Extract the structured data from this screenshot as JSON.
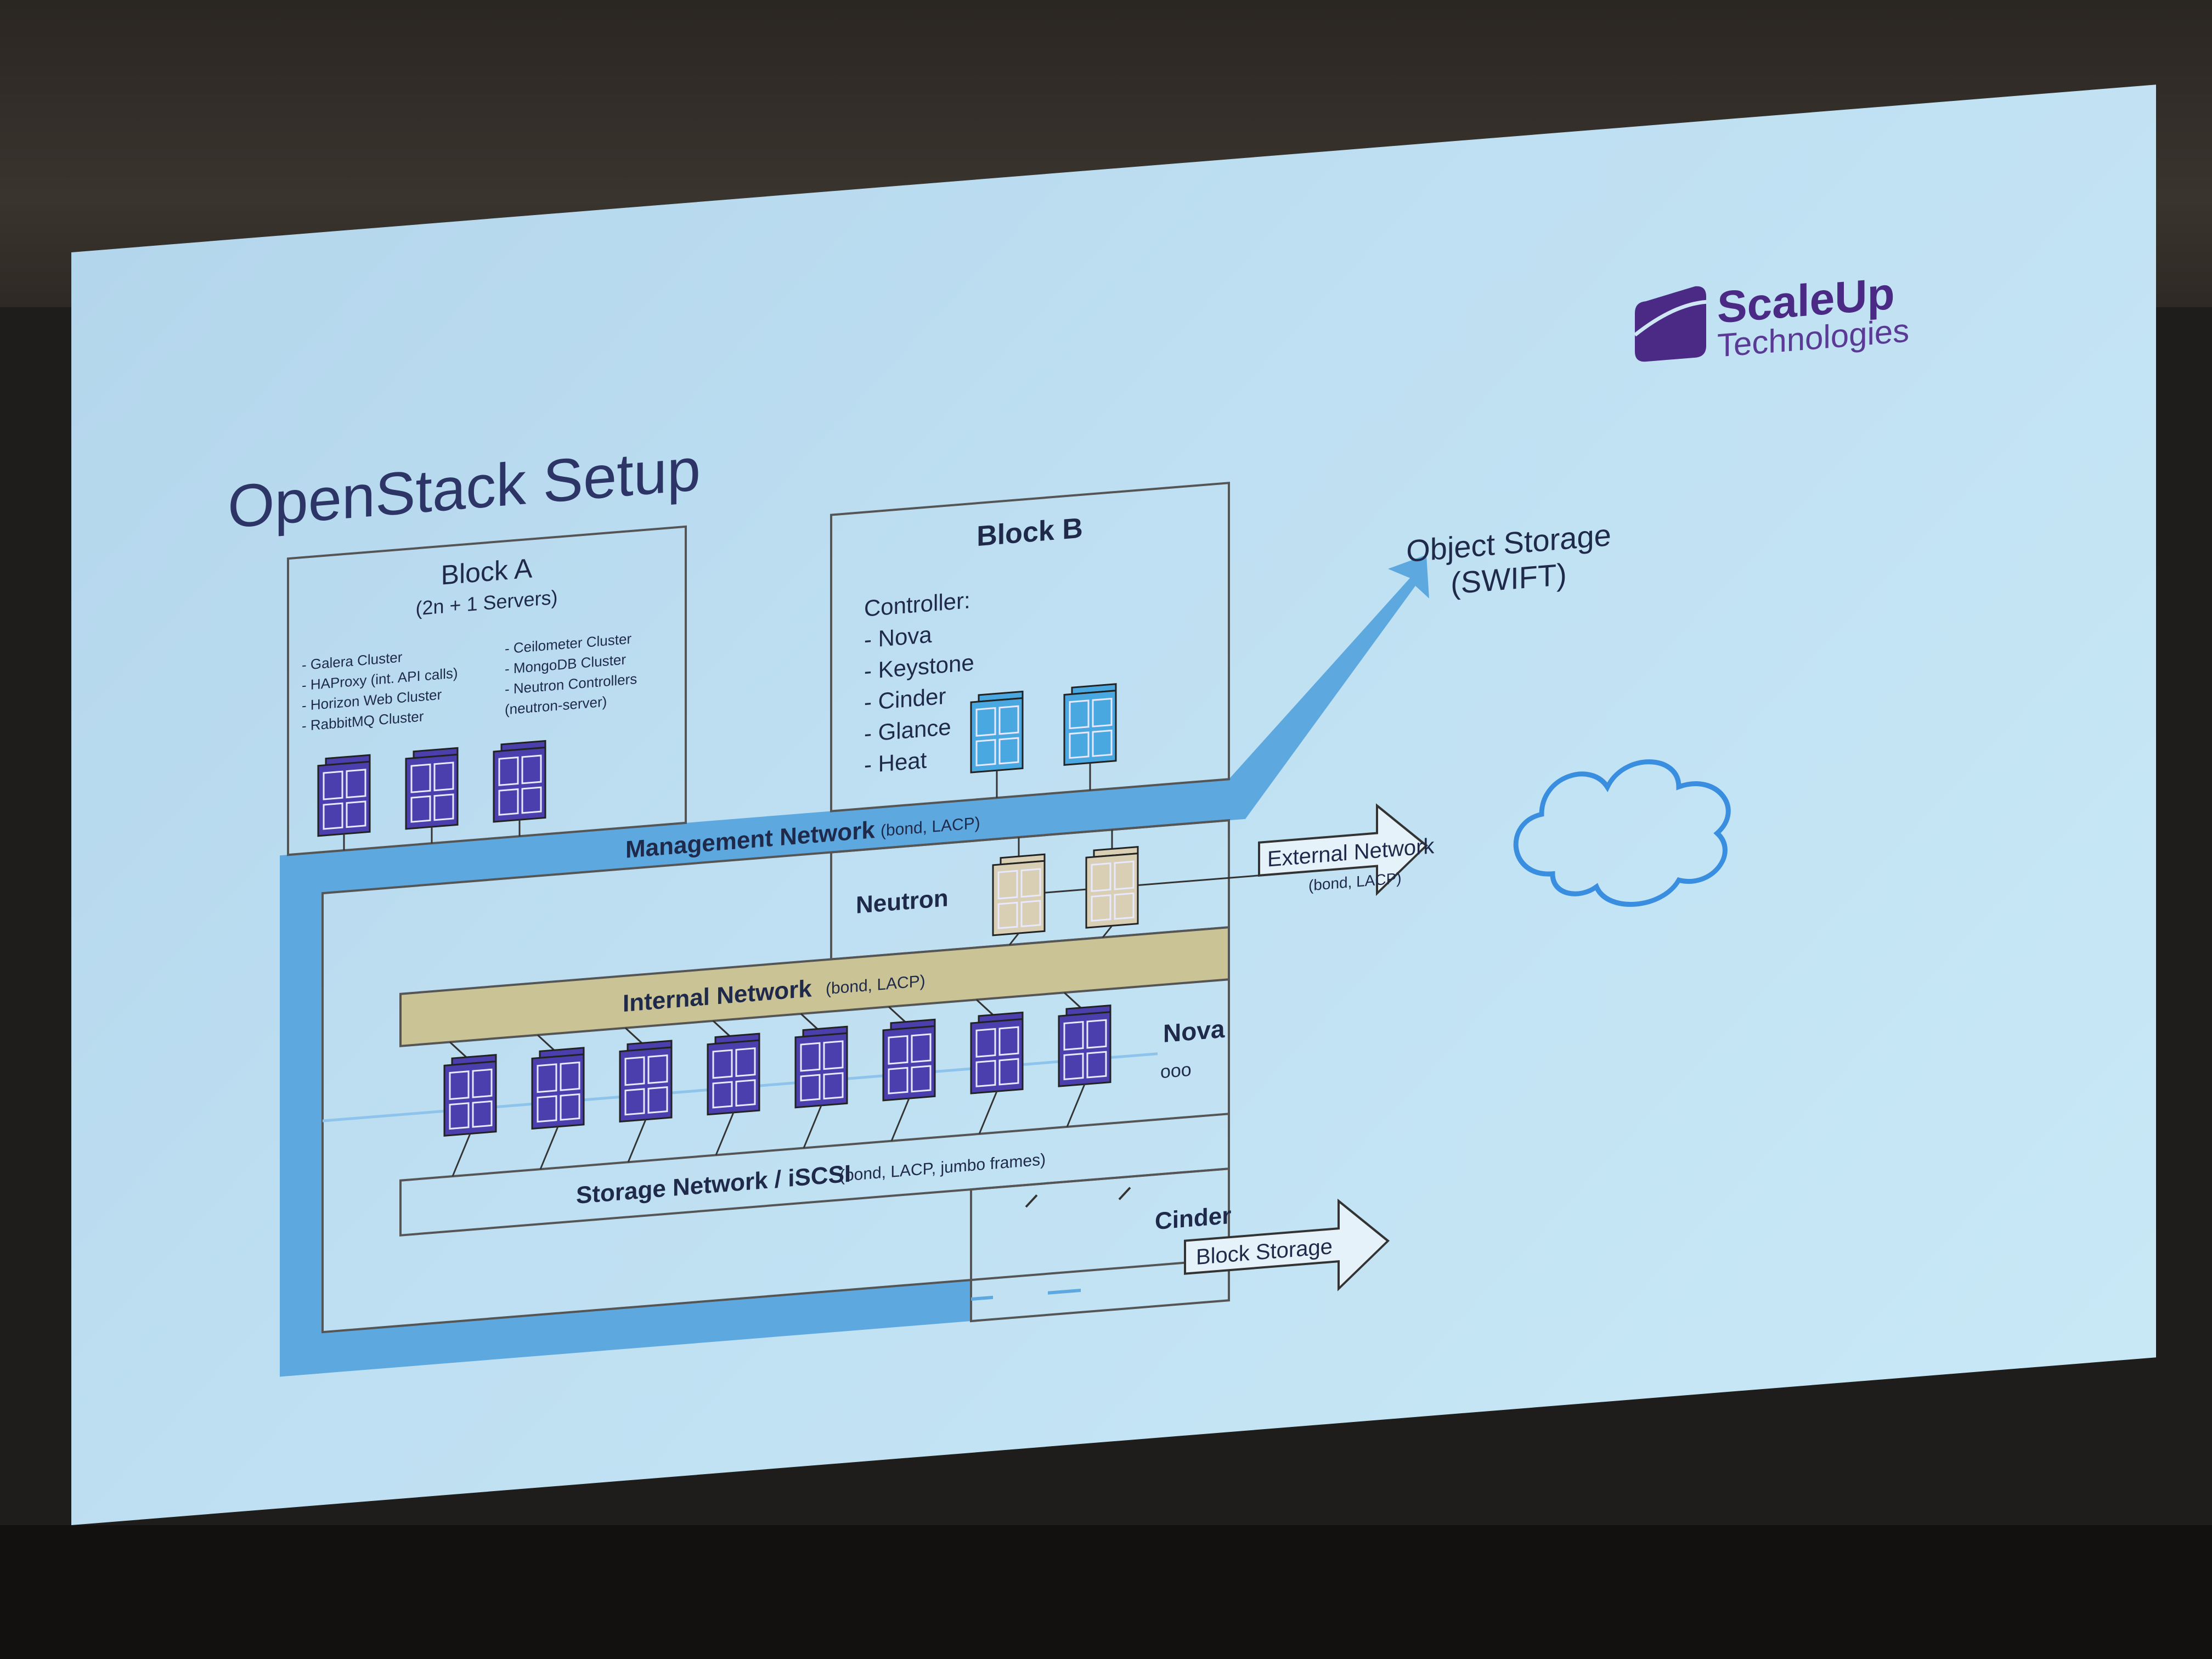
{
  "slide": {
    "title": "OpenStack Setup",
    "logo": {
      "name": "ScaleUp",
      "sub": "Technologies"
    }
  },
  "block_a": {
    "title": "Block A",
    "subtitle": "(2n + 1 Servers)",
    "list_left": [
      "- Galera Cluster",
      "- HAProxy (int. API calls)",
      "- Horizon Web Cluster",
      "- RabbitMQ Cluster"
    ],
    "list_right": [
      "- Ceilometer Cluster",
      "- MongoDB Cluster",
      "- Neutron Controllers",
      "(neutron-server)"
    ]
  },
  "block_b": {
    "title": "Block B",
    "controller_label": "Controller:",
    "controller_items": [
      "- Nova",
      "- Keystone",
      "- Cinder",
      "- Glance",
      "- Heat"
    ]
  },
  "object_storage": {
    "line1": "Object Storage",
    "line2": "(SWIFT)"
  },
  "management_network": {
    "label": "Management Network",
    "detail": "(bond, LACP)"
  },
  "neutron": {
    "label": "Neutron"
  },
  "external_network": {
    "label": "External Network",
    "detail": "(bond, LACP)"
  },
  "internal_network": {
    "label": "Internal Network",
    "detail": "(bond, LACP)"
  },
  "nova": {
    "label": "Nova",
    "dots": "ooo"
  },
  "storage_network": {
    "label": "Storage Network / iSCSI",
    "detail": "(bond, LACP, jumbo frames)"
  },
  "cinder": {
    "label": "Cinder"
  },
  "block_storage": {
    "label": "Block Storage"
  },
  "colors": {
    "server_purple": "#4b3fae",
    "server_blue": "#4aa8e0",
    "server_beige": "#d8cfb4",
    "network_blue": "#5ea8e0",
    "internal_band": "#c9c395",
    "text": "#1f2a4a",
    "logo": "#4a2a85",
    "cloud": "#3a8ee0"
  }
}
